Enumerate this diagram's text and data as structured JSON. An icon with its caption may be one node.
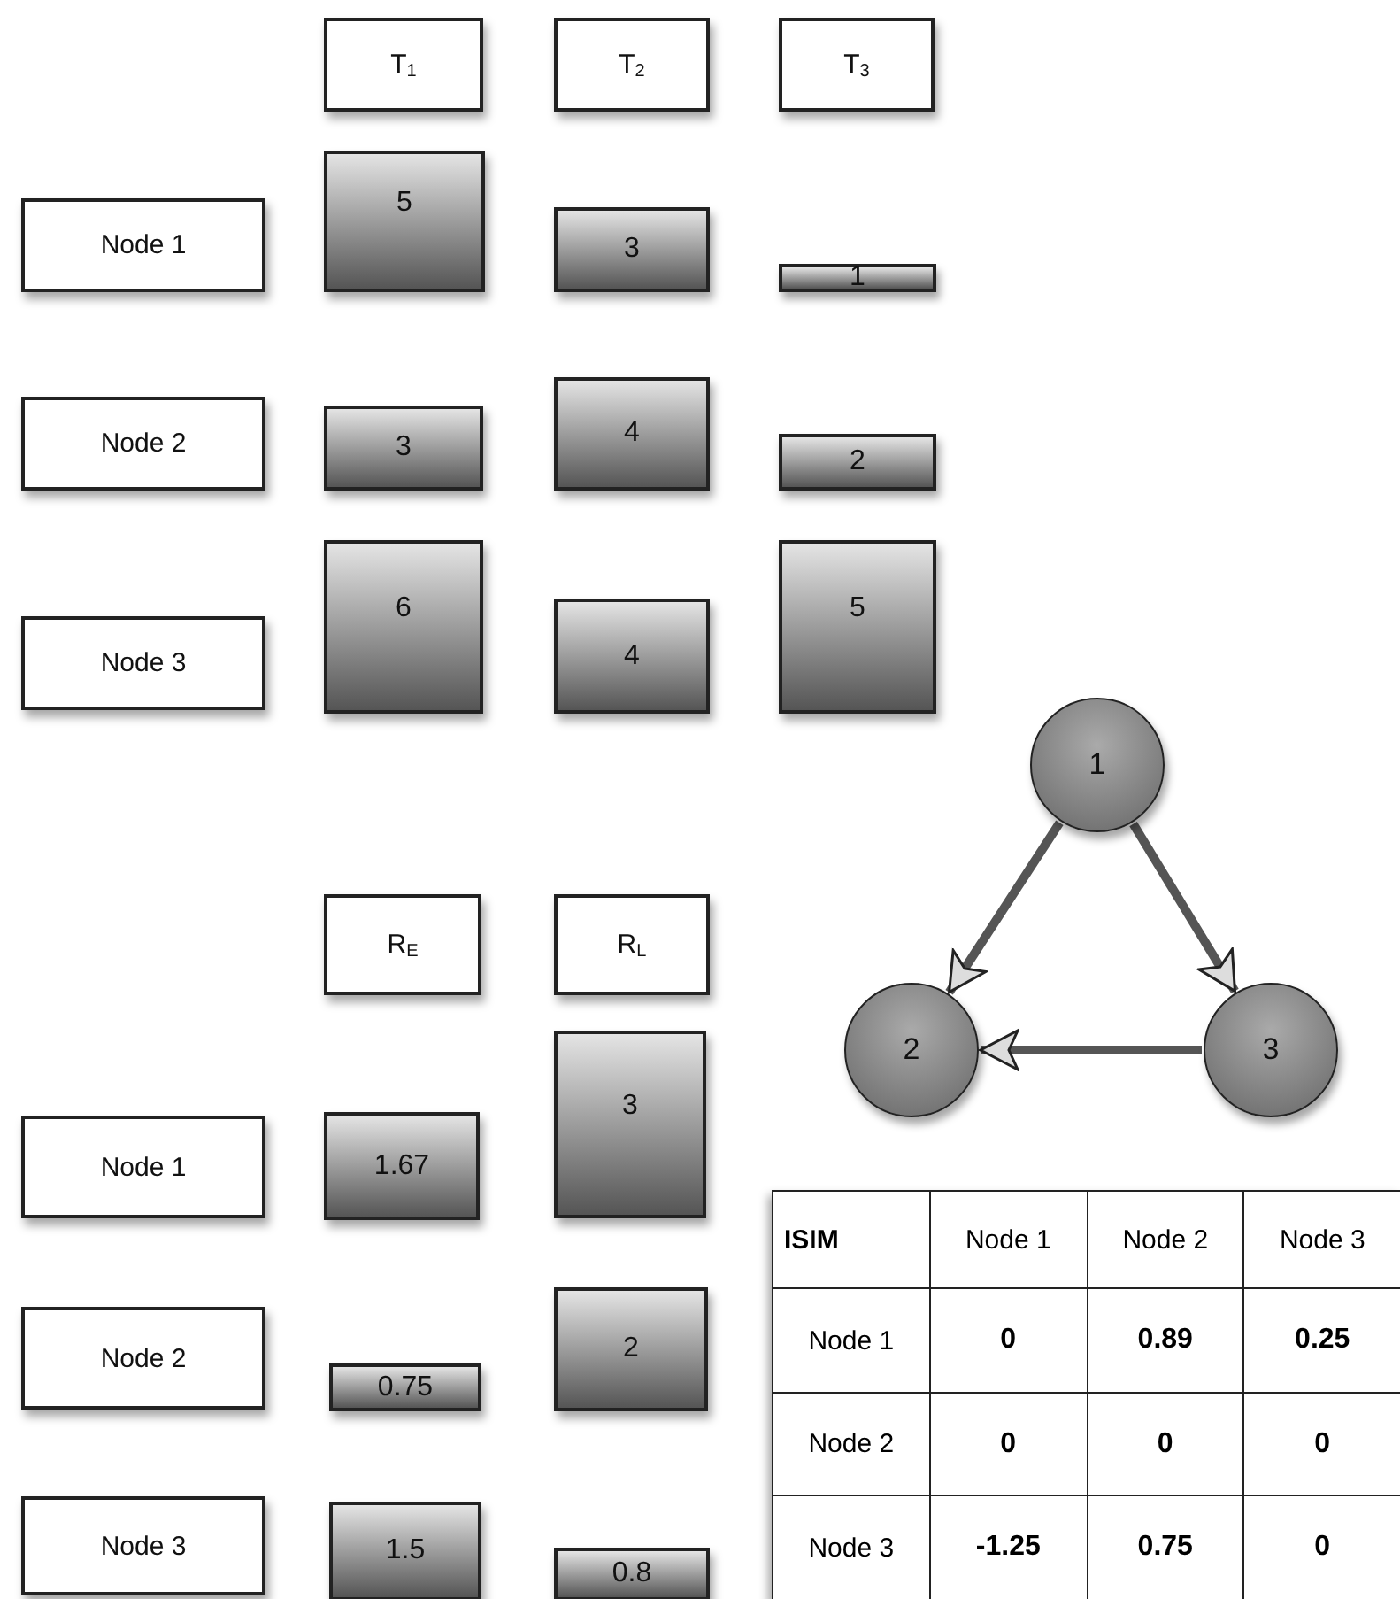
{
  "diagram": {
    "nodes": [
      {
        "text": [
          "T$_{1}$"
        ]
      },
      {
        "text": [
          "T$_{2}$"
        ]
      },
      {
        "text": [
          "T$_{3}$"
        ]
      },
      {
        "text": [
          "Node 1"
        ]
      },
      {
        "text": [
          "5"
        ]
      },
      {
        "text": [
          "3"
        ]
      },
      {
        "text": [
          "1"
        ]
      },
      {
        "text": [
          "Node 2"
        ]
      },
      {
        "text": [
          "3"
        ]
      },
      {
        "text": [
          "4"
        ]
      },
      {
        "text": [
          "2"
        ]
      },
      {
        "text": [
          "Node 3"
        ]
      },
      {
        "text": [
          "6"
        ]
      },
      {
        "text": [
          "4"
        ]
      },
      {
        "text": [
          "5"
        ]
      },
      {
        "text": [
          "1"
        ]
      },
      {
        "text": [
          "R$_{E}$"
        ]
      },
      {
        "text": [
          "R$_{L}$"
        ]
      },
      {
        "text": [
          "2"
        ]
      },
      {
        "text": [
          "3"
        ]
      },
      {
        "text": [
          "Node 1"
        ]
      },
      {
        "text": [
          "1.67"
        ]
      },
      {
        "text": [
          "3"
        ]
      },
      {
        "text": [
          "Node 2"
        ]
      },
      {
        "text": [
          "0.75"
        ]
      },
      {
        "text": [
          "2"
        ]
      },
      {
        "text": [
          "Node 3"
        ]
      },
      {
        "text": [
          "1.5"
        ]
      },
      {
        "text": [
          "0.8"
        ]
      }
    ],
    "edges": [
      {
        "from": 15,
        "to": 18,
        "arrow": "to"
      },
      {
        "from": 15,
        "to": 19,
        "arrow": "to"
      },
      {
        "from": 19,
        "to": 18,
        "arrow": "to"
      }
    ],
    "labels": [
      "ISIM",
      "Node 1",
      "Node 2",
      "Node 3",
      "Node 1",
      "0",
      "0.89",
      "0.25",
      "Node 2",
      "0",
      "0",
      "0",
      "Node 3",
      "-1.25",
      "0.75",
      "0"
    ]
  }
}
